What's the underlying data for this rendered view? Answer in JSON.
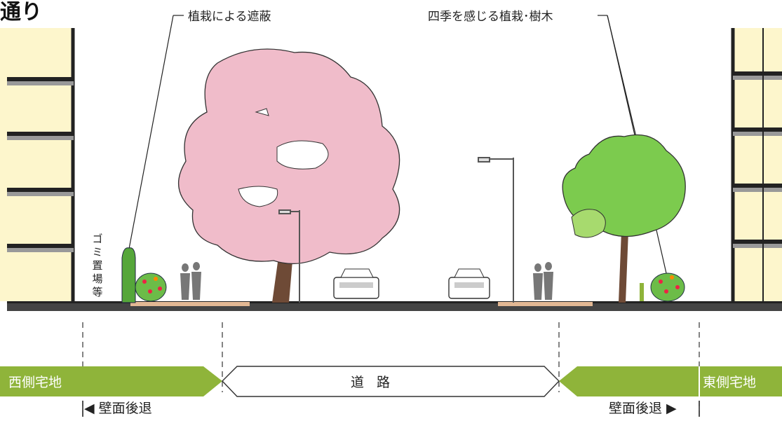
{
  "title": "通り",
  "annotations": {
    "screening": "植栽による遮蔽",
    "seasonal": "四季を感じる植栽･樹木"
  },
  "side_label": [
    "ゴ",
    "ミ",
    "置",
    "場",
    "等"
  ],
  "zones": {
    "west": "西側宅地",
    "road": "道 路",
    "east": "東側宅地"
  },
  "setbacks": {
    "west": "◀ 壁面後退",
    "east": "壁面後退 ▶"
  },
  "colors": {
    "band_green": "#8fb43a",
    "cherry_pink": "#f0bcca",
    "tree_green": "#7ccb4e",
    "building_cream": "#fdf6cc"
  }
}
